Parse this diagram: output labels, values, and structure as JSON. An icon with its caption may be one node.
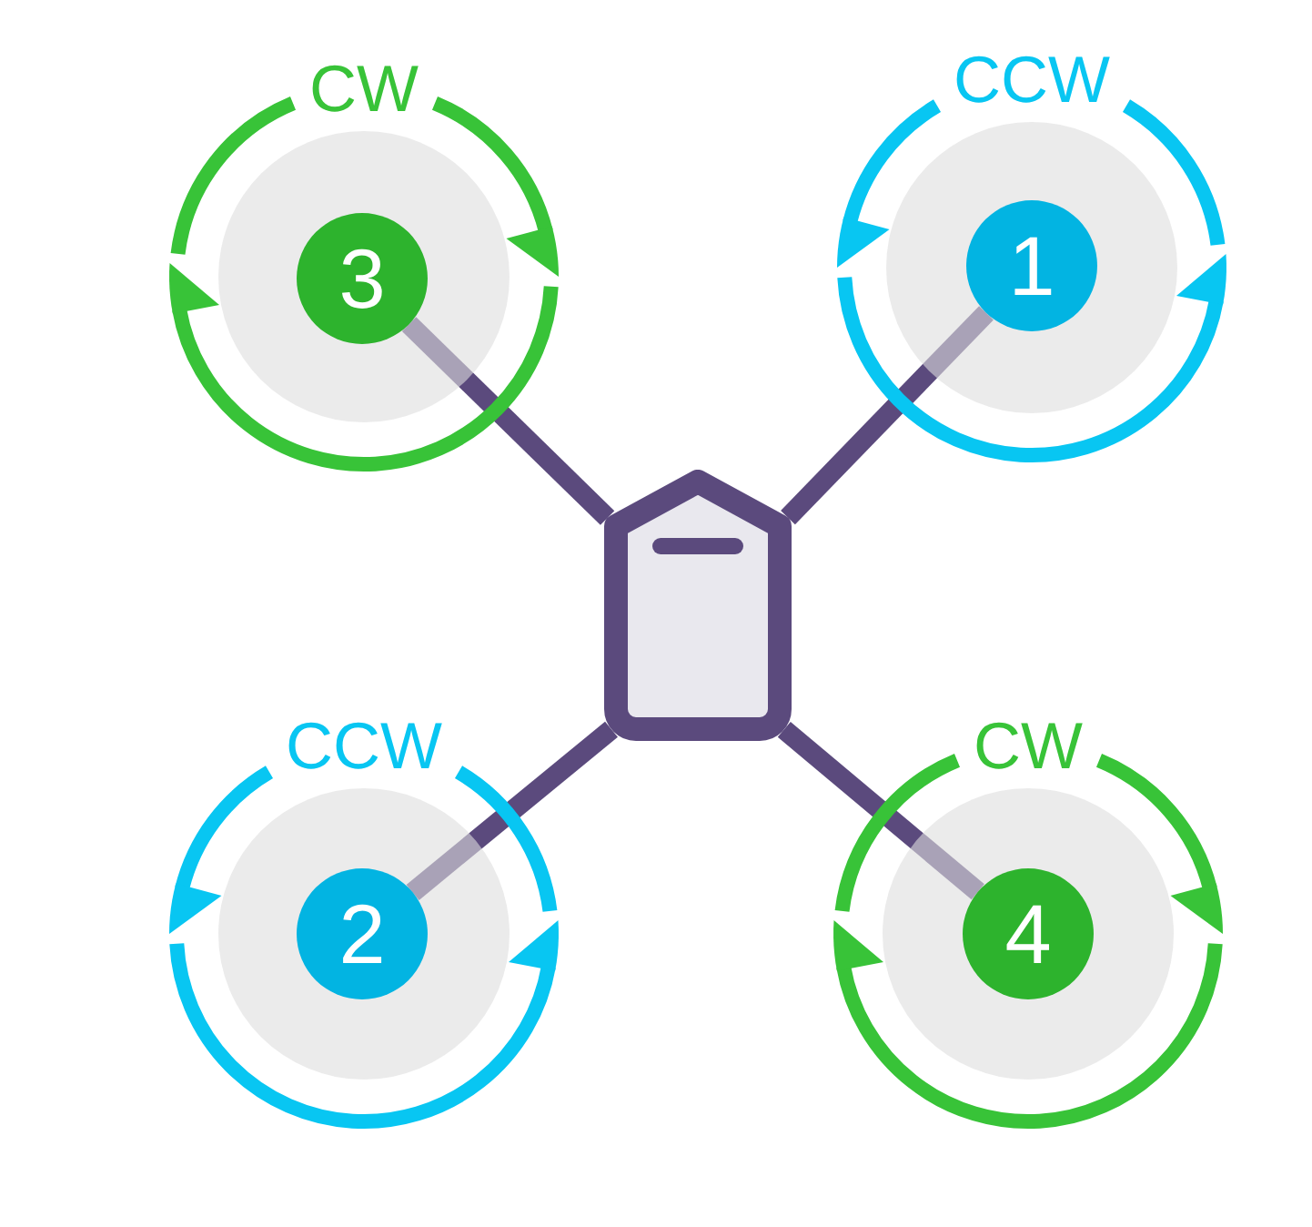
{
  "diagram": {
    "nodes": [
      {
        "text": [
          "CW"
        ]
      },
      {
        "text": [
          "3"
        ],
        "in": 0
      },
      {
        "text": [
          "CCW"
        ]
      },
      {
        "text": [
          "1"
        ],
        "in": 2
      },
      {
        "text": [],
        "shape": "pentagon"
      },
      {
        "text": [
          "CCW"
        ]
      },
      {
        "text": [
          "2"
        ],
        "in": 5
      },
      {
        "text": [
          "CW"
        ]
      },
      {
        "text": [
          "4"
        ],
        "in": 7
      }
    ],
    "edges": [
      {
        "from": 4,
        "to": 1,
        "arrow": "none"
      },
      {
        "from": 4,
        "to": 3,
        "arrow": "none"
      },
      {
        "from": 4,
        "to": 6,
        "arrow": "none"
      },
      {
        "from": 4,
        "to": 8,
        "arrow": "none"
      }
    ]
  }
}
